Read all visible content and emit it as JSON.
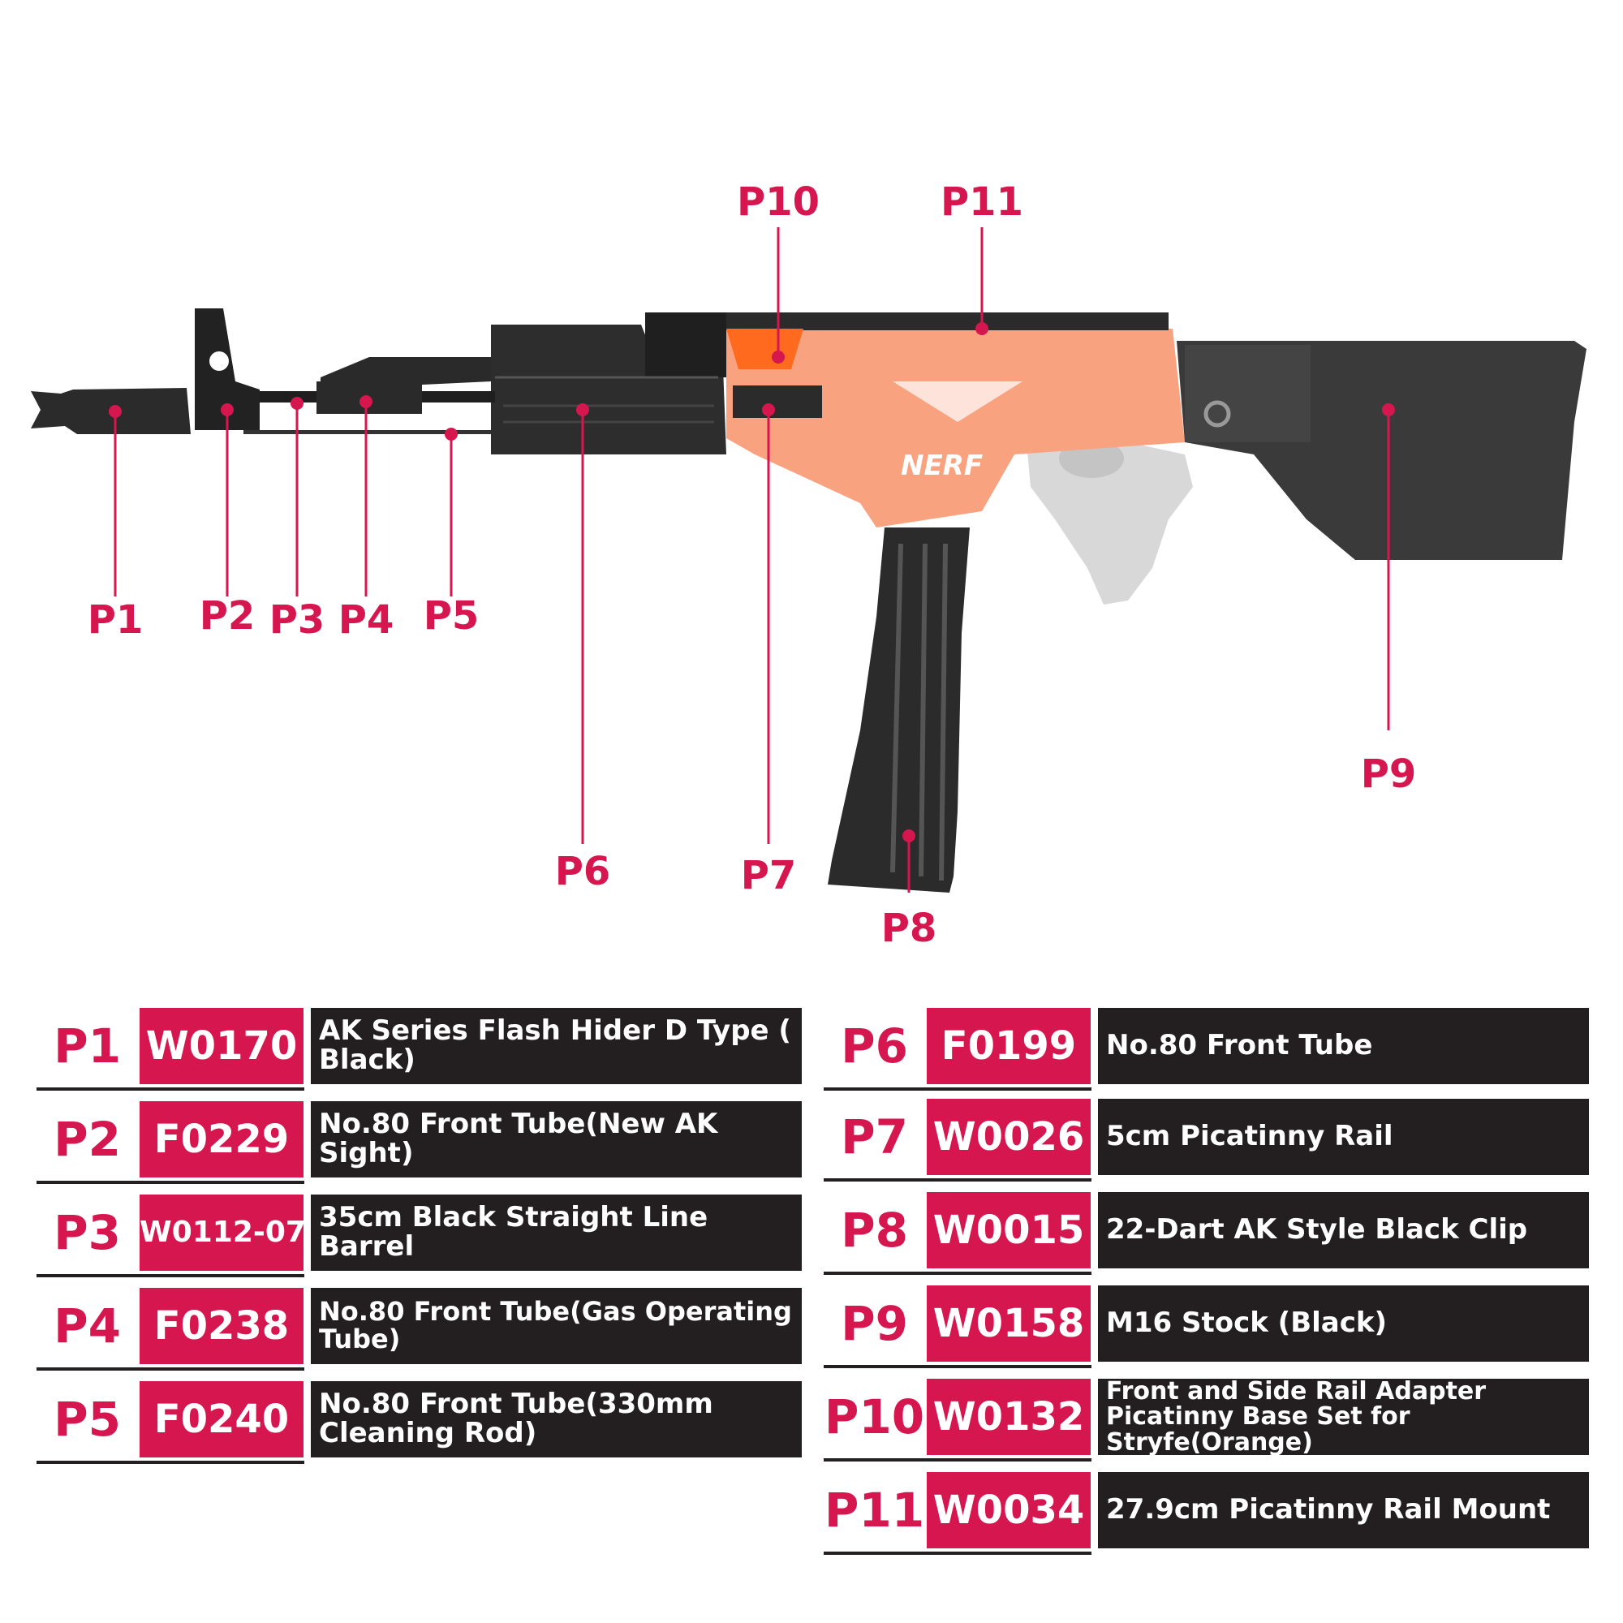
{
  "callouts": [
    "P1",
    "P2",
    "P3",
    "P4",
    "P5",
    "P6",
    "P7",
    "P8",
    "P9",
    "P10",
    "P11"
  ],
  "brand_text": "NERF",
  "colors": {
    "accent": "#d5164f",
    "dark": "#231f20",
    "orange_body": "#f9a27f",
    "stock": "#3a3a3a"
  },
  "parts": [
    {
      "id": "P1",
      "code": "W0170",
      "desc": "AK Series Flash Hider  D Type ( Black)"
    },
    {
      "id": "P2",
      "code": "F0229",
      "desc": "No.80 Front Tube(New AK Sight)"
    },
    {
      "id": "P3",
      "code": "W0112-07",
      "desc": "35cm Black Straight Line  Barrel"
    },
    {
      "id": "P4",
      "code": "F0238",
      "desc": "No.80 Front Tube(Gas Operating Tube)"
    },
    {
      "id": "P5",
      "code": "F0240",
      "desc": "No.80 Front Tube(330mm Cleaning Rod)"
    },
    {
      "id": "P6",
      "code": "F0199",
      "desc": "No.80 Front Tube"
    },
    {
      "id": "P7",
      "code": "W0026",
      "desc": "5cm Picatinny Rail"
    },
    {
      "id": "P8",
      "code": "W0015",
      "desc": "22-Dart AK Style Black Clip"
    },
    {
      "id": "P9",
      "code": "W0158",
      "desc": "M16 Stock  (Black)"
    },
    {
      "id": "P10",
      "code": "W0132",
      "desc": "Front and Side Rail Adapter Picatinny Base Set  for Stryfe(Orange)"
    },
    {
      "id": "P11",
      "code": "W0034",
      "desc": "27.9cm Picatinny Rail Mount"
    }
  ]
}
